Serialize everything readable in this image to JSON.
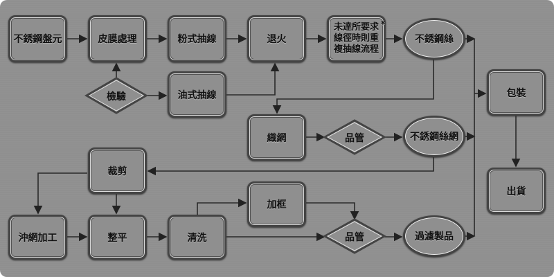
{
  "nodes": {
    "stainless_coil": "不銹鋼盤元",
    "coating": "皮膜處理",
    "powder_drawing": "粉式抽線",
    "annealing": "退火",
    "redo_lines": [
      "未達所要求",
      "線徑時則重",
      "複抽線流程"
    ],
    "redo_mark": "*",
    "stainless_wire": "不銹鋼絲",
    "inspection": "檢驗",
    "oil_drawing": "油式抽線",
    "weaving": "織網",
    "qc1": "品管",
    "stainless_mesh": "不銹鋼絲網",
    "packing": "包裝",
    "shipping": "出貨",
    "cutting": "裁剪",
    "punching": "沖網加工",
    "flattening": "整平",
    "cleaning": "清洗",
    "framing": "加框",
    "qc2": "品管",
    "filter_products": "過濾製品"
  }
}
